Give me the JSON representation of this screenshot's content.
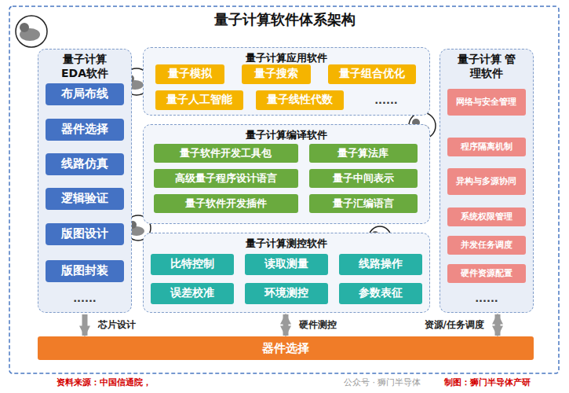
{
  "diagram": {
    "title": "量子计算软件体系架构",
    "nodes": [
      {
        "text": [
          "量子计算 EDA软件"
        ]
      },
      {
        "text": [
          "布局布线"
        ],
        "in": 0
      },
      {
        "text": [
          "器件选择"
        ],
        "in": 0
      },
      {
        "text": [
          "线路仿真"
        ],
        "in": 0
      },
      {
        "text": [
          "逻辑验证"
        ],
        "in": 0
      },
      {
        "text": [
          "版图设计"
        ],
        "in": 0
      },
      {
        "text": [
          "版图封装"
        ],
        "in": 0
      },
      {
        "text": [
          "量子计算应用软件"
        ]
      },
      {
        "text": [
          "量子模拟"
        ],
        "in": 7
      },
      {
        "text": [
          "量子搜索"
        ],
        "in": 7
      },
      {
        "text": [
          "量子组合优化"
        ],
        "in": 7
      },
      {
        "text": [
          "量子人工智能"
        ],
        "in": 7
      },
      {
        "text": [
          "量子线性代数"
        ],
        "in": 7
      },
      {
        "text": [
          "量子计算编译软件"
        ]
      },
      {
        "text": [
          "量子软件开发工具包"
        ],
        "in": 13
      },
      {
        "text": [
          "量子算法库"
        ],
        "in": 13
      },
      {
        "text": [
          "高级量子程序设计语言"
        ],
        "in": 13
      },
      {
        "text": [
          "量子中间表示"
        ],
        "in": 13
      },
      {
        "text": [
          "量子软件开发插件"
        ],
        "in": 13
      },
      {
        "text": [
          "量子汇编语言"
        ],
        "in": 13
      },
      {
        "text": [
          "量子计算测控软件"
        ]
      },
      {
        "text": [
          "比特控制"
        ],
        "in": 20
      },
      {
        "text": [
          "读取测量"
        ],
        "in": 20
      },
      {
        "text": [
          "线路操作"
        ],
        "in": 20
      },
      {
        "text": [
          "误差校准"
        ],
        "in": 20
      },
      {
        "text": [
          "环境测控"
        ],
        "in": 20
      },
      {
        "text": [
          "参数表征"
        ],
        "in": 20
      },
      {
        "text": [
          "量子计算 管理软件"
        ]
      },
      {
        "text": [
          "网络与安全管理"
        ],
        "in": 27
      },
      {
        "text": [
          "程序隔离机制"
        ],
        "in": 27
      },
      {
        "text": [
          "异构与多源协同"
        ],
        "in": 27
      },
      {
        "text": [
          "系统权限管理"
        ],
        "in": 27
      },
      {
        "text": [
          "并发任务调度"
        ],
        "in": 27
      },
      {
        "text": [
          "硬件资源配置"
        ],
        "in": 27
      },
      {
        "text": [
          "器件选择"
        ]
      }
    ],
    "edges": [
      {
        "from": 0,
        "to": 34,
        "arrow": "to",
        "label": "芯片设计"
      },
      {
        "from": 20,
        "to": 34,
        "arrow": "both",
        "label": "硬件测控"
      },
      {
        "from": 27,
        "to": 34,
        "arrow": "both",
        "label": "资源/任务调度"
      }
    ],
    "labels": [
      "......",
      "......",
      "......",
      "资料来源：中国信通院，",
      "公众号 · 狮门半导体",
      "制图：狮门半导体产研"
    ]
  }
}
